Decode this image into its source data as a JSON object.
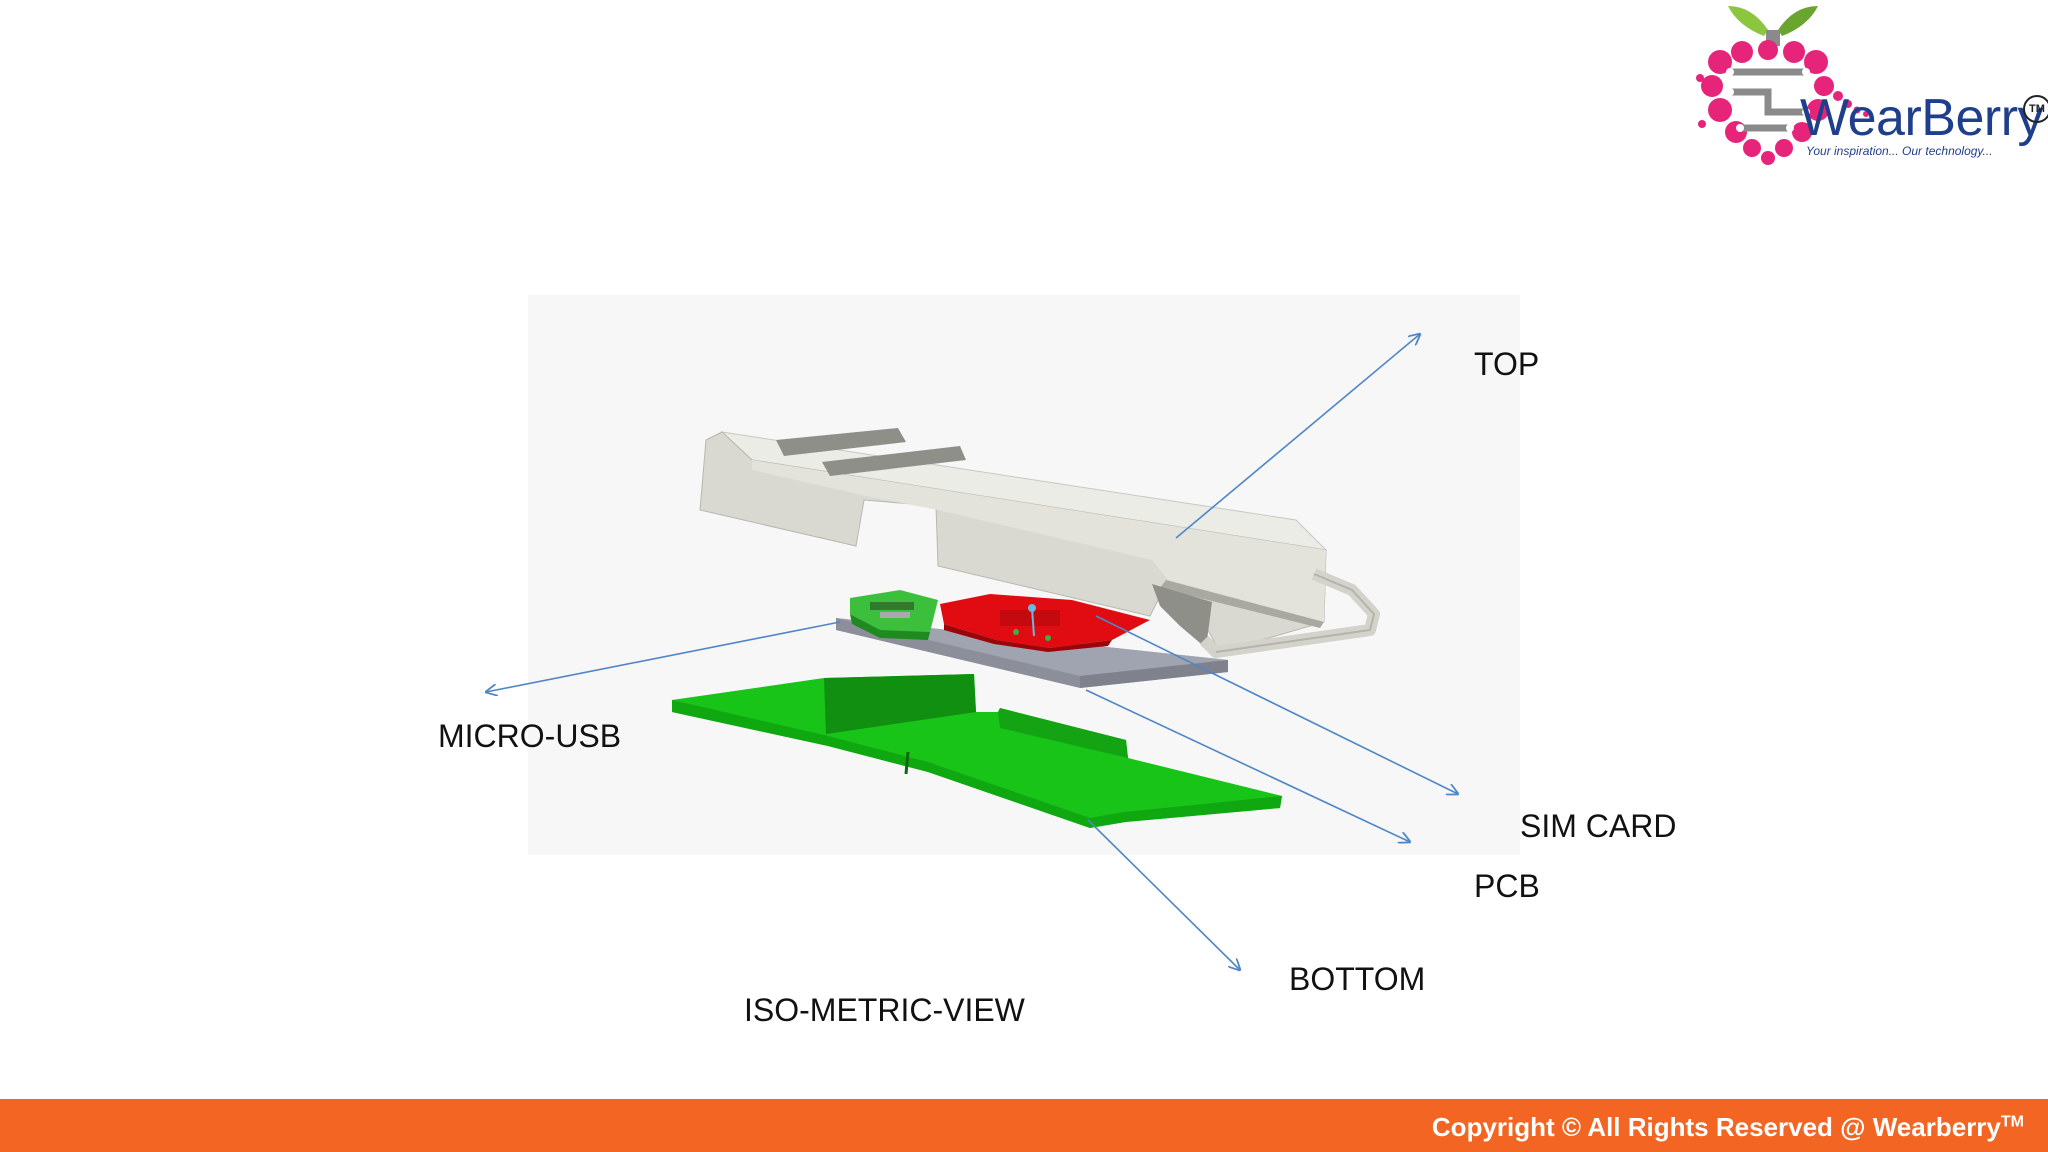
{
  "brand": {
    "name": "WearBerry",
    "trademark": "TM",
    "tagline": "Your inspiration... Our technology..."
  },
  "diagram": {
    "labels": {
      "top": "TOP",
      "micro_usb": "MICRO-USB",
      "sim_card": "SIM CARD",
      "pcb": "PCB",
      "bottom": "BOTTOM"
    },
    "caption": "ISO-METRIC-VIEW"
  },
  "footer": {
    "copyright": "Copyright © All Rights Reserved @ Wearberry",
    "copyright_tm": "TM",
    "background_color": "#f26522"
  }
}
